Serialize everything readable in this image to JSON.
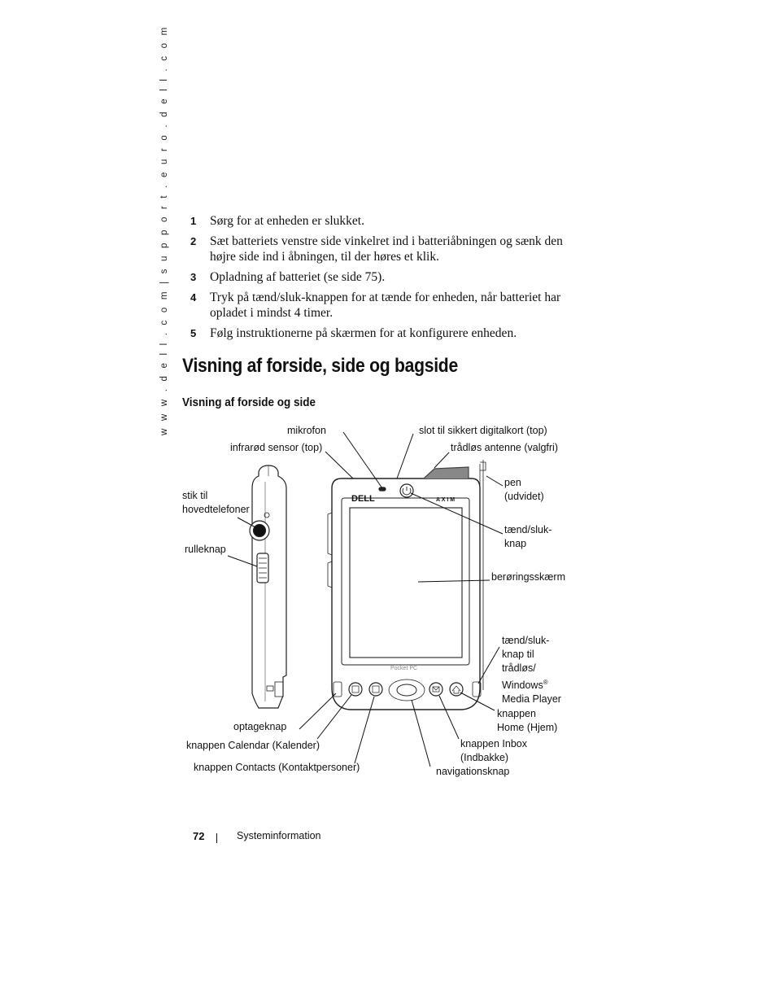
{
  "sidebar": {
    "url": "w w w . d e l l . c o m  |  s u p p o r t . e u r o . d e l l . c o m"
  },
  "steps": [
    {
      "num": "1",
      "text": "Sørg for at enheden er slukket."
    },
    {
      "num": "2",
      "text": "Sæt batteriets venstre side vinkelret ind i batteriåbningen og sænk den højre side ind i åbningen, til der høres et klik."
    },
    {
      "num": "3",
      "text": "Opladning af batteriet (se side 75)."
    },
    {
      "num": "4",
      "text": "Tryk på tænd/sluk-knappen for at tænde for enheden, når batteriet har opladet i mindst 4 timer."
    },
    {
      "num": "5",
      "text": "Følg instruktionerne på skærmen for at konfigurere enheden."
    }
  ],
  "heading": "Visning af forside, side og bagside",
  "subheading": "Visning af forside og side",
  "device": {
    "brand": "DELL",
    "model": "A X I M",
    "os": "Pocket PC"
  },
  "labels": {
    "mikrofon": "mikrofon",
    "infrared": "infrarød sensor (top)",
    "sd_slot": "slot til sikkert digitalkort (top)",
    "antenna": "trådløs antenne (valgfri)",
    "headphone_1": "stik til",
    "headphone_2": "hovedtelefoner",
    "scroll": "rulleknap",
    "pen_1": "pen",
    "pen_2": "(udvidet)",
    "power_1": "tænd/sluk-",
    "power_2": "knap",
    "touchscreen": "berøringsskærm",
    "wireless_1": "tænd/sluk-",
    "wireless_2": "knap til",
    "wireless_3": "trådløs/",
    "wireless_4": "Windows",
    "wireless_reg": "®",
    "wireless_5": "Media Player",
    "home_1": "knappen",
    "home_2": "Home (Hjem)",
    "record": "optageknap",
    "calendar": "knappen Calendar (Kalender)",
    "inbox_1": "knappen Inbox",
    "inbox_2": "(Indbakke)",
    "contacts": "knappen Contacts (Kontaktpersoner)",
    "nav": "navigationsknap"
  },
  "footer": {
    "page": "72",
    "title": "Systeminformation"
  }
}
